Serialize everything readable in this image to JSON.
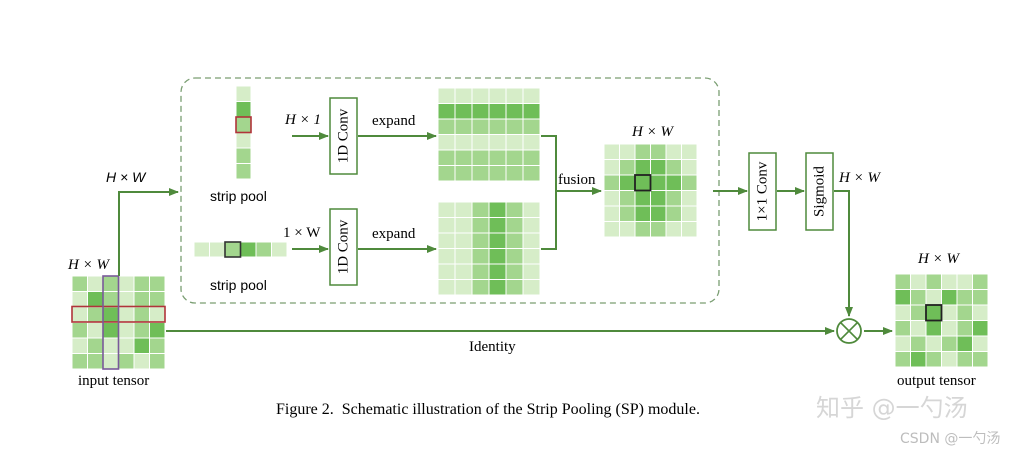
{
  "labels": {
    "hw_input": "H × W",
    "hw_branch": "H × W",
    "hx1": "H × 1",
    "onexw": "1 × W",
    "conv1d_top": "1D Conv",
    "conv1d_bottom": "1D Conv",
    "expand_top": "expand",
    "expand_bottom": "expand",
    "strip_pool_top": "strip pool",
    "strip_pool_bottom": "strip pool",
    "fusion": "fusion",
    "hw_fusion": "H × W",
    "conv1x1": "1×1 Conv",
    "sigmoid": "Sigmoid",
    "hw_sigmoid": "H × W",
    "hw_output": "H × W",
    "identity": "Identity",
    "input_tensor": "input tensor",
    "output_tensor": "output tensor"
  },
  "caption": "Figure 2.  Schematic illustration of the Strip Pooling (SP) module.",
  "watermark": {
    "main": "知乎 @一勺汤",
    "sub": "CSDN @一勺汤"
  },
  "colors": {
    "arrow": "#4f8a3c",
    "dashed_box": "#7a9e72",
    "dark_green": "#6fbe58",
    "mid_green": "#a3d68e",
    "light_green": "#d6edc8",
    "highlight_red": "#b0343a",
    "highlight_purple": "#7a5a9a"
  }
}
